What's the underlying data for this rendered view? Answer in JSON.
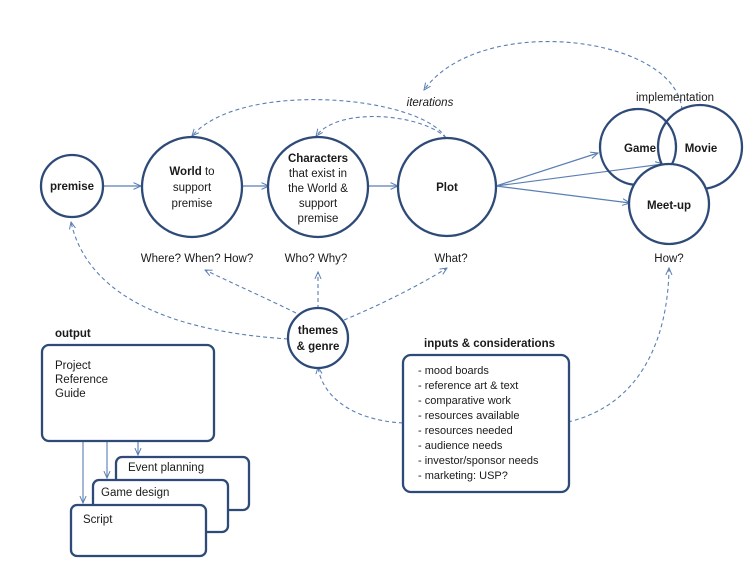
{
  "nodes": {
    "premise": "premise",
    "world": {
      "bold": "World",
      "rest": " to",
      "line2": "support",
      "line3": "premise"
    },
    "characters": {
      "line1": "Characters",
      "line2": "that exist in",
      "line3": "the World &",
      "line4": "support",
      "line5": "premise"
    },
    "plot": "Plot",
    "game": "Game",
    "movie": "Movie",
    "meetup": "Meet-up",
    "themes": {
      "line1": "themes",
      "line2": "& genre"
    }
  },
  "labels": {
    "iterations": "iterations",
    "implementation": "implementation",
    "where_when_how": "Where? When? How?",
    "who_why": "Who? Why?",
    "what": "What?",
    "how": "How?"
  },
  "output": {
    "heading": "output",
    "main_box": [
      "Project",
      "Reference",
      "Guide"
    ],
    "event_planning": "Event planning",
    "game_design": "Game design",
    "script": "Script"
  },
  "inputs": {
    "heading": "inputs & considerations",
    "items": [
      "- mood boards",
      "- reference art & text",
      "- comparative work",
      "- resources available",
      "- resources needed",
      "- audience needs",
      "- investor/sponsor needs",
      "- marketing: USP?"
    ]
  },
  "colors": {
    "stroke": "#2e4a78",
    "arrow": "#5a7fb3",
    "dashed": "#5a7fb3",
    "overlap": "#c4c4c4"
  }
}
